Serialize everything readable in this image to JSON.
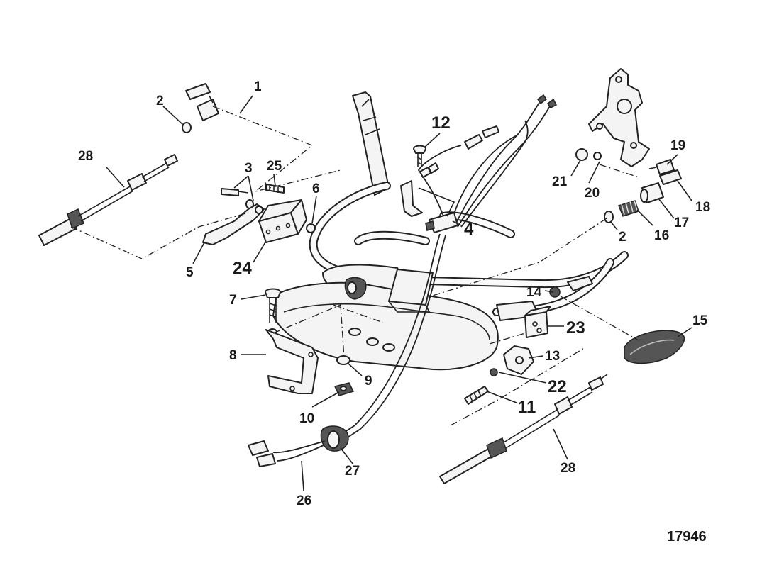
{
  "figure_number": "17946",
  "callouts": {
    "c1": "1",
    "c2a": "2",
    "c2b": "2",
    "c3": "3",
    "c4": "4",
    "c5": "5",
    "c6": "6",
    "c7": "7",
    "c8": "8",
    "c9": "9",
    "c10": "10",
    "c11": "11",
    "c12": "12",
    "c13": "13",
    "c14": "14",
    "c15": "15",
    "c16": "16",
    "c17": "17",
    "c18": "18",
    "c19": "19",
    "c20": "20",
    "c21": "21",
    "c22": "22",
    "c23": "23",
    "c24": "24",
    "c25": "25",
    "c26": "26",
    "c27": "27",
    "c28a": "28",
    "c28b": "28"
  }
}
